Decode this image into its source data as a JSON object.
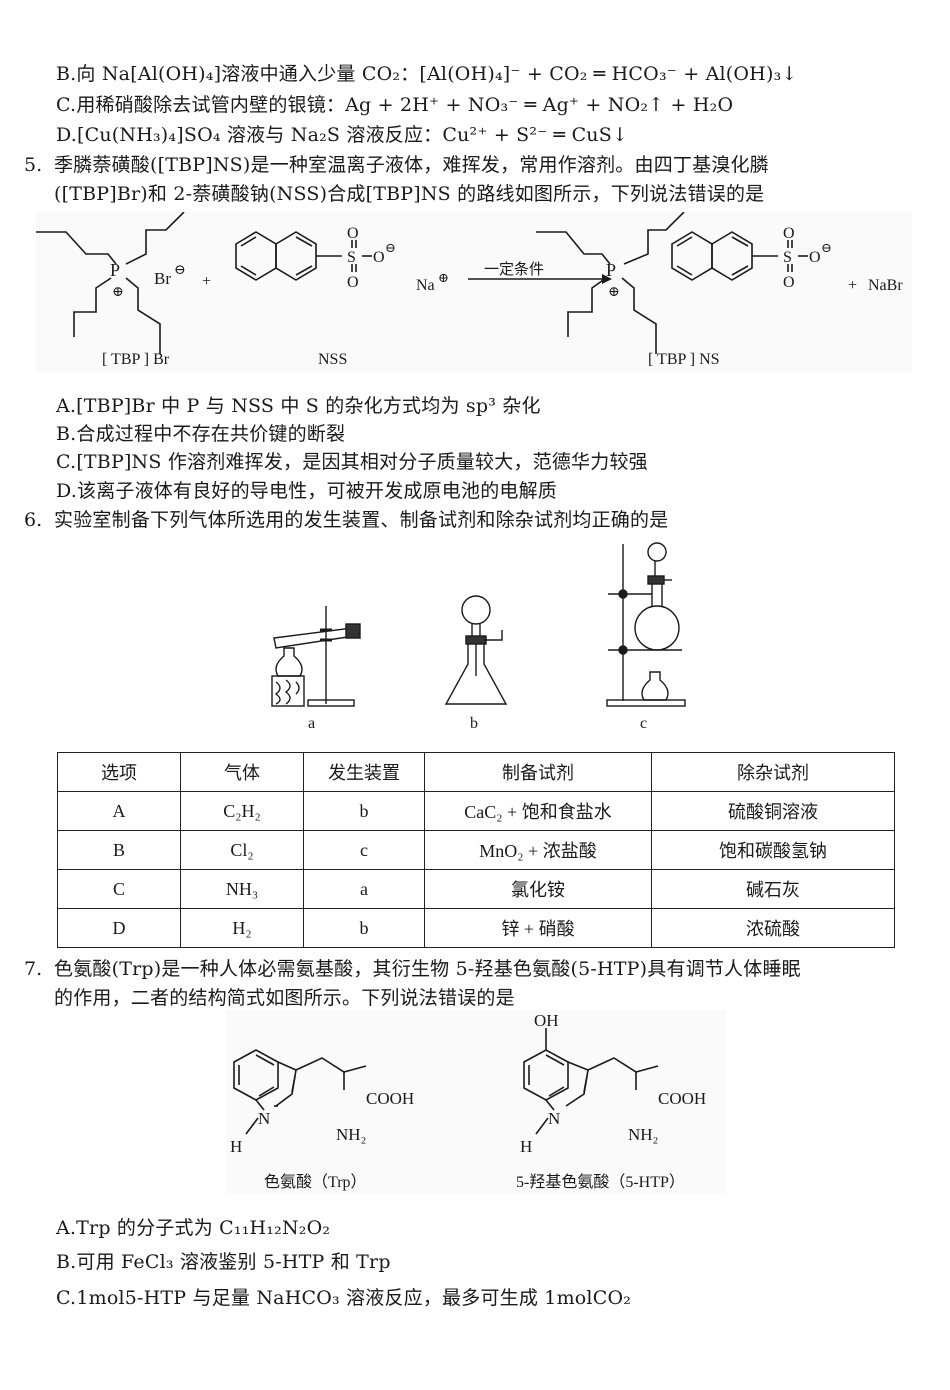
{
  "q4_tail": {
    "options": [
      {
        "letter": "B.",
        "text": "向 Na[Al(OH)₄]溶液中通入少量 CO₂：[Al(OH)₄]⁻ + CO₂ ═ HCO₃⁻ + Al(OH)₃↓"
      },
      {
        "letter": "C.",
        "text": "用稀硝酸除去试管内壁的银镜：Ag + 2H⁺ + NO₃⁻ ═ Ag⁺ + NO₂↑ + H₂O"
      },
      {
        "letter": "D.",
        "text": "[Cu(NH₃)₄]SO₄ 溶液与 Na₂S 溶液反应：Cu²⁺ + S²⁻ ═ CuS↓"
      }
    ]
  },
  "q5": {
    "number": "5.",
    "stem_line1": "季膦萘磺酸([TBP]NS)是一种室温离子液体，难挥发，常用作溶剂。由四丁基溴化膦",
    "stem_line2": "([TBP]Br)和 2-萘磺酸钠(NSS)合成[TBP]NS 的路线如图所示，下列说法错误的是",
    "scheme": {
      "reactant1_label": "[ TBP ] Br",
      "reactant2_label": "NSS",
      "product_label": "[ TBP ] NS",
      "condition": "一定条件",
      "br_anion": "Br",
      "na_cation": "Na",
      "phosphorus": "P",
      "sulfur": "S",
      "oxygen": "O",
      "plus": "+",
      "byproduct": "NaBr"
    },
    "options": [
      {
        "letter": "A.",
        "text": "[TBP]Br 中 P 与 NSS 中 S 的杂化方式均为 sp³ 杂化"
      },
      {
        "letter": "B.",
        "text": "合成过程中不存在共价键的断裂"
      },
      {
        "letter": "C.",
        "text": "[TBP]NS 作溶剂难挥发，是因其相对分子质量较大，范德华力较强"
      },
      {
        "letter": "D.",
        "text": "该离子液体有良好的导电性，可被开发成原电池的电解质"
      }
    ]
  },
  "q6": {
    "number": "6.",
    "stem": "实验室制备下列气体所选用的发生装置、制备试剂和除杂试剂均正确的是",
    "apparatus_labels": [
      "a",
      "b",
      "c"
    ],
    "table": {
      "headers": [
        "选项",
        "气体",
        "发生装置",
        "制备试剂",
        "除杂试剂"
      ],
      "rows": [
        {
          "option": "A",
          "gas": "C₂H₂",
          "apparatus": "b",
          "reagent": "CaC₂ + 饱和食盐水",
          "purifier": "硫酸铜溶液"
        },
        {
          "option": "B",
          "gas": "Cl₂",
          "apparatus": "c",
          "reagent": "MnO₂ + 浓盐酸",
          "purifier": "饱和碳酸氢钠"
        },
        {
          "option": "C",
          "gas": "NH₃",
          "apparatus": "a",
          "reagent": "氯化铵",
          "purifier": "碱石灰"
        },
        {
          "option": "D",
          "gas": "H₂",
          "apparatus": "b",
          "reagent": "锌 + 硝酸",
          "purifier": "浓硫酸"
        }
      ]
    }
  },
  "q7": {
    "number": "7.",
    "stem_line1": "色氨酸(Trp)是一种人体必需氨基酸，其衍生物 5-羟基色氨酸(5-HTP)具有调节人体睡眠",
    "stem_line2": "的作用，二者的结构简式如图所示。下列说法错误的是",
    "structures": {
      "trp_caption": "色氨酸（Trp）",
      "htp_caption": "5-羟基色氨酸（5-HTP）",
      "cooh": "COOH",
      "nh2": "NH₂",
      "n": "N",
      "h": "H",
      "oh": "OH"
    },
    "options": [
      {
        "letter": "A.",
        "text": "Trp 的分子式为 C₁₁H₁₂N₂O₂"
      },
      {
        "letter": "B.",
        "text": "可用 FeCl₃ 溶液鉴别 5-HTP 和 Trp"
      },
      {
        "letter": "C.",
        "text": "1mol5-HTP 与足量 NaHCO₃ 溶液反应，最多可生成 1molCO₂"
      }
    ]
  }
}
